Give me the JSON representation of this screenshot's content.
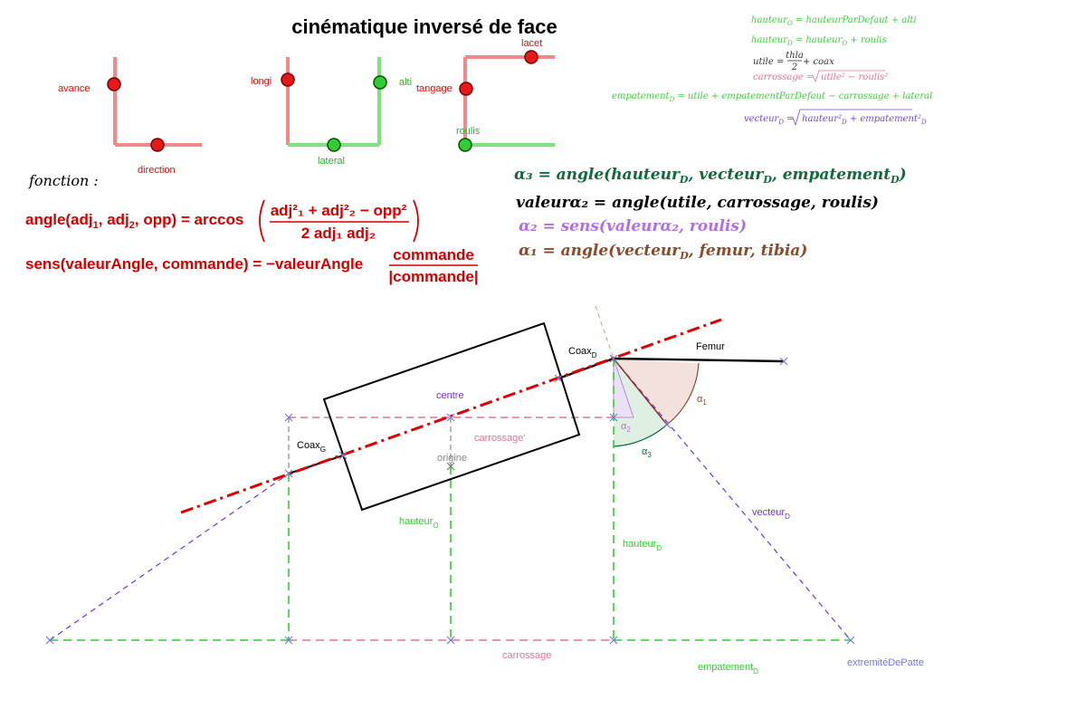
{
  "title": "cinématique inversé de face",
  "sliders": {
    "avance": "avance",
    "direction": "direction",
    "longi": "longi",
    "alti": "alti",
    "lateral": "lateral",
    "lacet": "lacet",
    "tangage": "tangage",
    "roulis": "roulis"
  },
  "top_formulas": {
    "f1": "hauteur",
    "f1_sub": "O",
    "f1_rest": " = hauteurParDefaut + alti",
    "f2": "hauteur",
    "f2_sub": "D",
    "f2_mid": " = hauteur",
    "f2_sub2": "O",
    "f2_rest": " + roulis",
    "f3_left": "utile = ",
    "f3_num": "thla",
    "f3_den": "2",
    "f3_rest": " + coax",
    "f4_left": "carrossage = ",
    "f4_rad": "utile² − roulis²",
    "f5": "empatement",
    "f5_sub": "D",
    "f5_rest": " = utile + empatementParDefaut − carrossage + lateral",
    "f6_left": "vecteur",
    "f6_sub": "D",
    "f6_mid": " = ",
    "f6_rad": "hauteur²",
    "f6_rad_sub": "D",
    "f6_rad2": " + empatement²",
    "f6_rad2_sub": "D"
  },
  "fonction": {
    "label": "fonction :",
    "angle_lhs": "angle(adj",
    "angle_lhs_s1": "1",
    "angle_lhs_m": ", adj",
    "angle_lhs_s2": "2",
    "angle_lhs_e": ", opp)  =  arccos",
    "angle_num": "adj²₁ + adj²₂ − opp²",
    "angle_den": "2 adj₁ adj₂",
    "sens_lhs": "sens(valeurAngle, commande)  =  −valeurAngle",
    "sens_num": "commande",
    "sens_den": "|commande|"
  },
  "right_formulas": {
    "a3": "α₃ = angle(hauteur",
    "a3_sub": "D",
    "a3_m": ", vecteur",
    "a3_sub2": "D",
    "a3_m2": ", empatement",
    "a3_sub3": "D",
    "a3_e": ")",
    "va2": "valeurα₂ = angle(utile, carrossage, roulis)",
    "a2": "α₂ = sens(valeurα₂, roulis)",
    "a1": "α₁ = angle(vecteur",
    "a1_sub": "D",
    "a1_e": ", femur, tibia)"
  },
  "labels": {
    "coax_d": "Coax",
    "coax_d_sub": "D",
    "femur": "Femur",
    "centre": "centre",
    "coax_g": "Coax",
    "coax_g_sub": "G",
    "carrossage_prime": "carrossage'",
    "origine": "origine",
    "alpha1": "α",
    "alpha1_sub": "1",
    "alpha2": "α",
    "alpha2_sub": "2",
    "alpha3": "α",
    "alpha3_sub": "3",
    "vecteur_d": "vecteur",
    "vecteur_d_sub": "D",
    "hauteur_o": "hauteur",
    "hauteur_o_sub": "O",
    "hauteur_d": "hauteur",
    "hauteur_d_sub": "D",
    "carrossage": "carrossage",
    "empatement_d": "empatement",
    "empatement_d_sub": "D",
    "extremite": "extremitéDePatte"
  },
  "colors": {
    "red": "#d40000",
    "green": "#33cc33",
    "light_green": "#66dd66",
    "purple": "#7733cc",
    "pink": "#cc6688",
    "dark_green": "#106b3a",
    "brown": "#8b4a2b",
    "violet": "#b070e0"
  }
}
